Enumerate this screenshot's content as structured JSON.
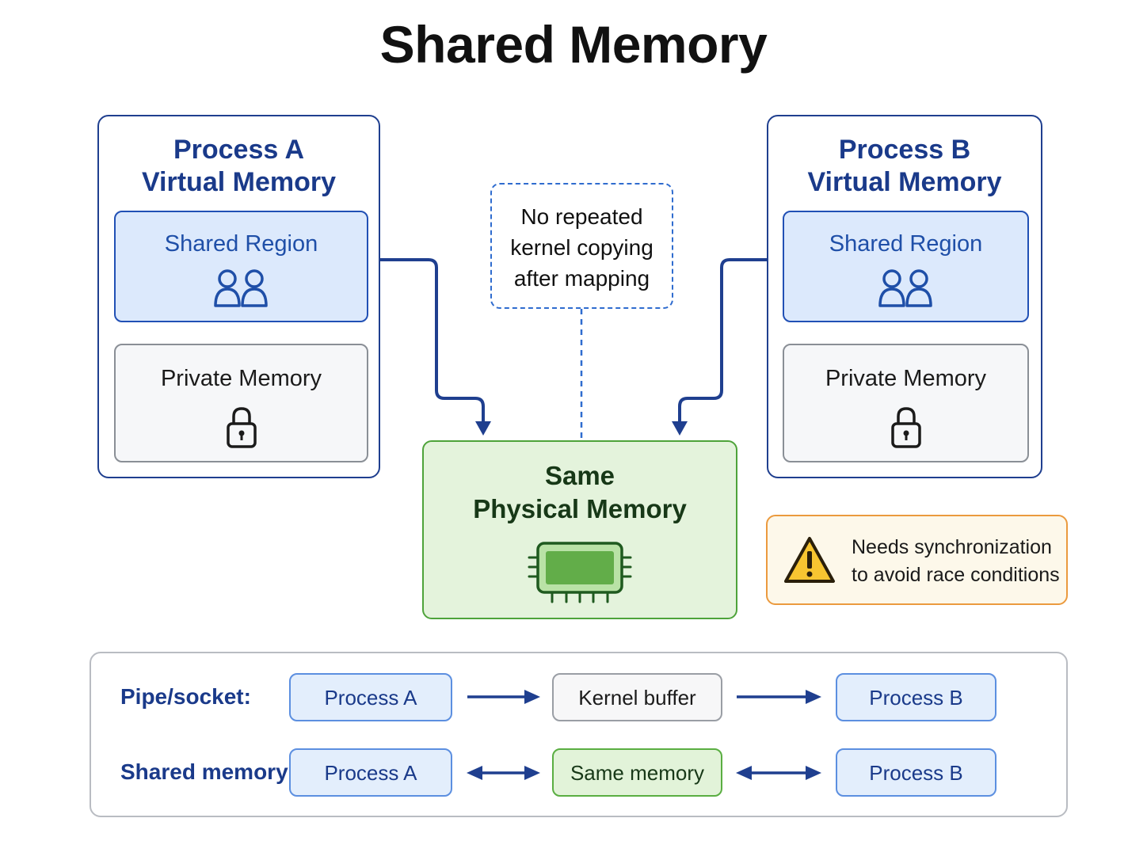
{
  "title": "Shared Memory",
  "process_a": {
    "title_line1": "Process A",
    "title_line2": "Virtual Memory",
    "shared_label": "Shared Region",
    "private_label": "Private Memory"
  },
  "process_b": {
    "title_line1": "Process B",
    "title_line2": "Virtual Memory",
    "shared_label": "Shared Region",
    "private_label": "Private Memory"
  },
  "note": {
    "line1": "No repeated",
    "line2": "kernel copying",
    "line3": "after mapping"
  },
  "physical": {
    "line1": "Same",
    "line2": "Physical Memory"
  },
  "warning": {
    "line1": "Needs synchronization",
    "line2": "to avoid race conditions"
  },
  "comparison": {
    "rows": [
      {
        "label": "Pipe/socket:",
        "left": "Process A",
        "middle": "Kernel buffer",
        "right": "Process B",
        "arrow": "one-way"
      },
      {
        "label": "Shared memory:",
        "left": "Process A",
        "middle": "Same memory",
        "right": "Process B",
        "arrow": "two-way"
      }
    ]
  },
  "icons": {
    "shared": "users-icon",
    "private": "lock-icon",
    "physical": "memory-chip-icon",
    "warning": "warning-triangle-icon"
  },
  "colors": {
    "navy": "#1a3a8a",
    "shared_fill": "#dce9fc",
    "physical_fill": "#e4f3dc",
    "physical_border": "#4ea33a",
    "warning_border": "#eb9a3e",
    "warning_fill": "#f7c531"
  }
}
